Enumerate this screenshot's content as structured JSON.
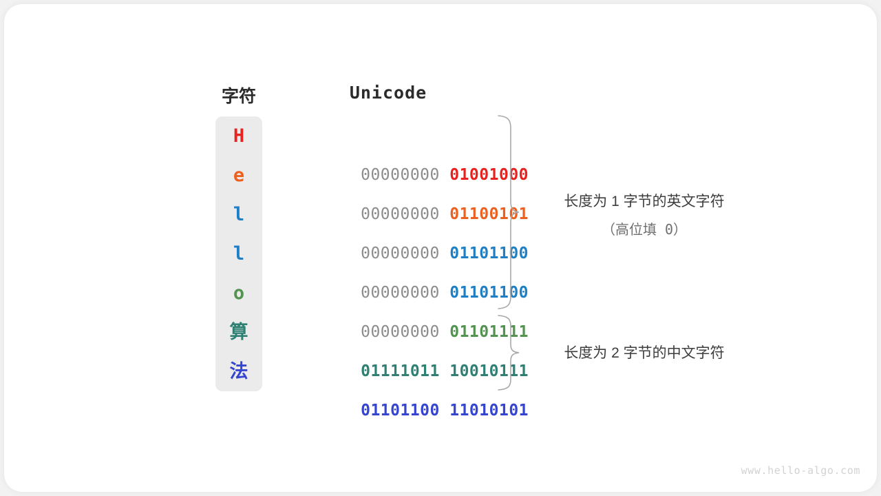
{
  "figure": {
    "headers": {
      "char": "字符",
      "unicode": "Unicode"
    },
    "watermark": "www.hello-algo.com",
    "colors": {
      "red": "#e8221f",
      "orange": "#ec6020",
      "blue": "#1f7fc4",
      "green": "#52934f",
      "teal": "#2f8073",
      "indigo": "#3545cf",
      "gray_high_bits": "#8c8c8c",
      "column_bg": "#ebebeb",
      "brace": "#a8a8a8",
      "watermark": "#d2d2d2"
    },
    "rows": [
      {
        "char": "H",
        "high": "00000000",
        "low": "01001000",
        "color": "#e8221f"
      },
      {
        "char": "e",
        "high": "00000000",
        "low": "01100101",
        "color": "#ec6020"
      },
      {
        "char": "l",
        "high": "00000000",
        "low": "01101100",
        "color": "#1f7fc4"
      },
      {
        "char": "l",
        "high": "00000000",
        "low": "01101100",
        "color": "#1f7fc4"
      },
      {
        "char": "o",
        "high": "00000000",
        "low": "01101111",
        "color": "#52934f"
      },
      {
        "char": "算",
        "high": "01111011",
        "low": "10010111",
        "color": "#2f8073"
      },
      {
        "char": "法",
        "high": "01101100",
        "low": "11010101",
        "color": "#3545cf"
      }
    ],
    "annotations": [
      {
        "text": "长度为 1 字节的英文字符",
        "sub": "（高位填 0）",
        "covers_rows": "1-5"
      },
      {
        "text": "长度为 2 字节的中文字符",
        "sub": "",
        "covers_rows": "6-7"
      }
    ]
  }
}
